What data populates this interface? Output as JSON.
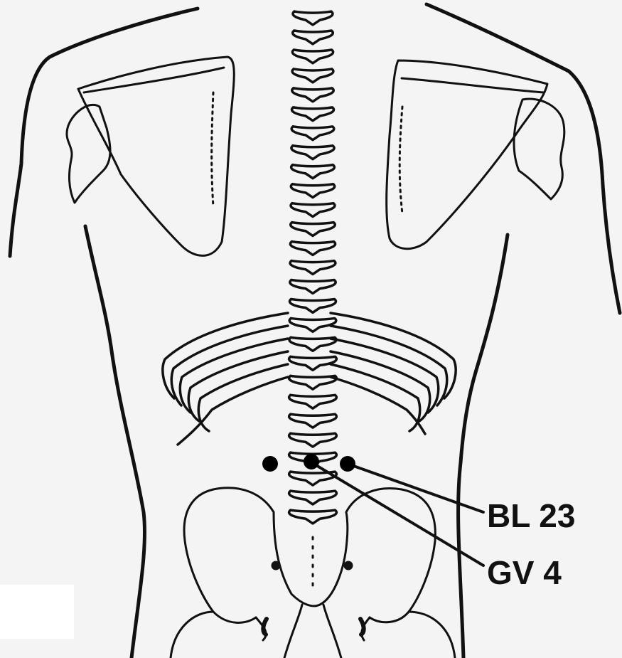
{
  "annotations": {
    "bl23": "BL 23",
    "gv4": "GV 4"
  },
  "colors": {
    "background": "#f4f4f4",
    "line": "#111111",
    "point": "#000000"
  },
  "acupoints": [
    {
      "name": "bl23-left-point"
    },
    {
      "name": "gv4-point"
    },
    {
      "name": "bl23-right-point"
    }
  ]
}
